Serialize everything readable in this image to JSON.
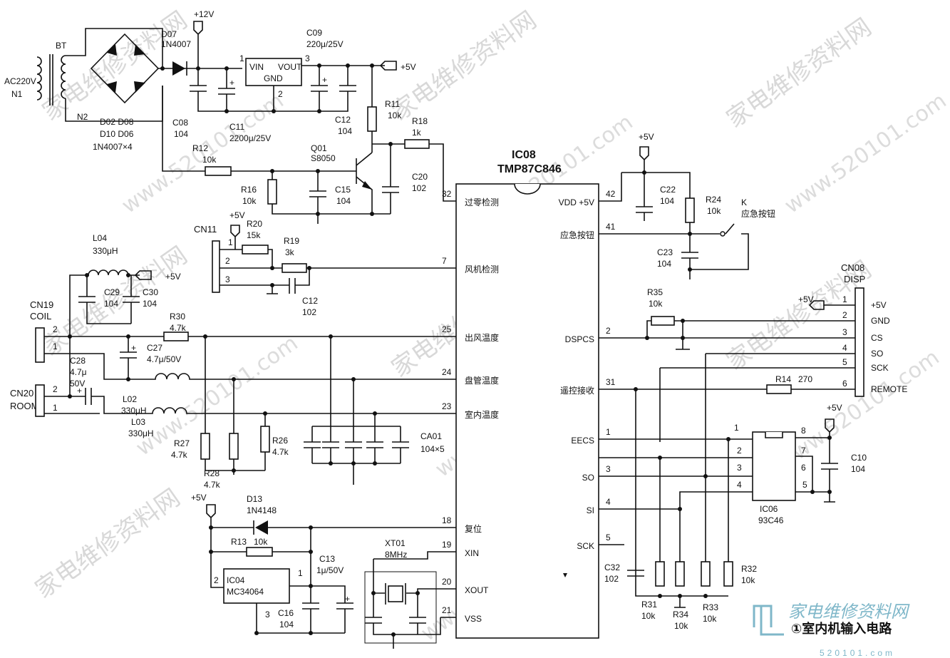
{
  "watermarks": {
    "cn": "家电维修资料网",
    "url": "www.520101.com"
  },
  "logo": {
    "text": "家电维修资料网",
    "sub": "520101.com"
  },
  "caption": "①室内机输入电路",
  "power": {
    "bt": "BT",
    "ac": "AC220V",
    "n1": "N1",
    "n2": "N2",
    "diodes": "D02  D08",
    "diodes2": "D10  D06",
    "diodes_type": "1N4007×4",
    "d07": "D07",
    "d07_type": "1N4007",
    "plus12": "+12V",
    "c08": "C08",
    "c08_v": "104",
    "c11": "C11",
    "c11_v": "2200μ/25V",
    "reg_vin": "VIN",
    "reg_vout": "VOUT",
    "reg_gnd": "GND",
    "reg_p1": "1",
    "reg_p2": "2",
    "reg_p3": "3",
    "c09": "C09",
    "c09_v": "220μ/25V",
    "c12a": "C12",
    "c12a_v": "104",
    "plus5": "+5V",
    "r11": "R11",
    "r11_v": "10k",
    "r18": "R18",
    "r18_v": "1k",
    "r12": "R12",
    "r12_v": "10k",
    "q01": "Q01",
    "q01_t": "S8050",
    "r16": "R16",
    "r16_v": "10k",
    "c15": "C15",
    "c15_v": "104",
    "c20": "C20",
    "c20_v": "102"
  },
  "ic08": {
    "name": "IC08",
    "type": "TMP87C846",
    "left": [
      {
        "pin": "32",
        "label": "过零检测"
      },
      {
        "pin": "7",
        "label": "风机检测"
      },
      {
        "pin": "25",
        "label": "出风温度"
      },
      {
        "pin": "24",
        "label": "盘管温度"
      },
      {
        "pin": "23",
        "label": "室内温度"
      },
      {
        "pin": "18",
        "label": "复位"
      },
      {
        "pin": "19",
        "label": "XIN"
      },
      {
        "pin": "20",
        "label": "XOUT"
      },
      {
        "pin": "21",
        "label": "VSS"
      }
    ],
    "right": [
      {
        "pin": "42",
        "label": "VDD +5V"
      },
      {
        "pin": "41",
        "label": "应急按钮"
      },
      {
        "pin": "2",
        "label": "DSPCS"
      },
      {
        "pin": "31",
        "label": "遥控接收"
      },
      {
        "pin": "1",
        "label": "EECS"
      },
      {
        "pin": "3",
        "label": "SO"
      },
      {
        "pin": "4",
        "label": "SI"
      },
      {
        "pin": "5",
        "label": "SCK"
      }
    ]
  },
  "fan": {
    "cn11": "CN11",
    "plus5": "+5V",
    "r20": "R20",
    "r20_v": "15k",
    "r19": "R19",
    "r19_v": "3k",
    "c12": "C12",
    "c12_v": "102",
    "p1": "1",
    "p2": "2",
    "p3": "3"
  },
  "sensors": {
    "l04": "L04",
    "l04_v": "330μH",
    "plus5": "+5V",
    "c29": "C29",
    "c29_v": "104",
    "c30": "C30",
    "c30_v": "104",
    "cn19": "CN19",
    "cn19_s": "COIL",
    "cn20": "CN20",
    "cn20_s": "ROOM",
    "r30": "R30",
    "r30_v": "4.7k",
    "c27": "C27",
    "c27_v": "4.7μ/50V",
    "c28": "C28",
    "c28_v": "4.7μ",
    "c28_v2": "50V",
    "l02": "L02",
    "l02_v": "330μH",
    "l03": "L03",
    "l03_v": "330μH",
    "r27": "R27",
    "r27_v": "4.7k",
    "r28": "R28",
    "r28_v": "4.7k",
    "r26": "R26",
    "r26_v": "4.7k",
    "ca01": "CA01",
    "ca01_v": "104×5",
    "p1": "1",
    "p2": "2"
  },
  "reset": {
    "plus5": "+5V",
    "d13": "D13",
    "d13_t": "1N4148",
    "r13": "R13",
    "r13_v": "10k",
    "ic04": "IC04",
    "ic04_t": "MC34064",
    "c13": "C13",
    "c13_v": "1μ/50V",
    "c16": "C16",
    "c16_v": "104",
    "p1": "1",
    "p2": "2",
    "p3": "3",
    "xt01": "XT01",
    "xt01_v": "8MHz"
  },
  "emergency": {
    "plus5": "+5V",
    "c22": "C22",
    "c22_v": "104",
    "r24": "R24",
    "r24_v": "10k",
    "k": "K",
    "k_label": "应急按钮",
    "c23": "C23",
    "c23_v": "104"
  },
  "display": {
    "cn08": "CN08",
    "cn08_s": "DISP",
    "plus5": "+5V",
    "r35": "R35",
    "r35_v": "10k",
    "r14": "R14",
    "r14_v": "270",
    "pins": [
      {
        "n": "1",
        "label": "+5V"
      },
      {
        "n": "2",
        "label": "GND"
      },
      {
        "n": "3",
        "label": "CS"
      },
      {
        "n": "4",
        "label": "SO"
      },
      {
        "n": "5",
        "label": "SCK"
      },
      {
        "n": "6",
        "label": "REMOTE"
      }
    ]
  },
  "eeprom": {
    "ic06": "IC06",
    "ic06_t": "93C46",
    "plus5": "+5V",
    "c10": "C10",
    "c10_v": "104",
    "pins_l": [
      "1",
      "2",
      "3",
      "4"
    ],
    "pins_r": [
      "8",
      "7",
      "6",
      "5"
    ],
    "c32": "C32",
    "c32_v": "102",
    "r31": "R31",
    "r31_v": "10k",
    "r34": "R34",
    "r34_v": "10k",
    "r33": "R33",
    "r33_v": "10k",
    "r32": "R32",
    "r32_v": "10k"
  }
}
